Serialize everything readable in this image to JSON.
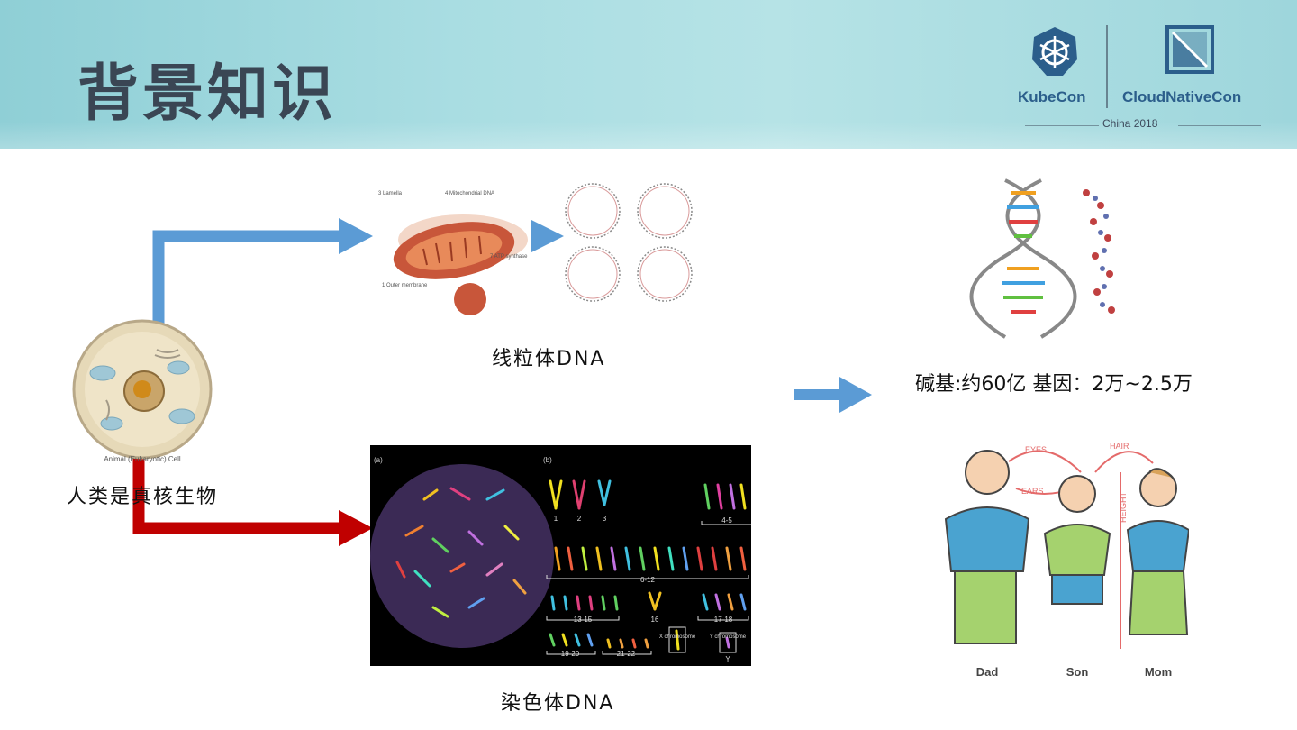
{
  "header": {
    "title": "背景知识",
    "logo": {
      "left_text": "KubeCon",
      "right_text": "CloudNativeCon",
      "sub_text": "China 2018"
    }
  },
  "cell": {
    "image_label": "Animal (Eukaryotic) Cell",
    "caption": "人类是真核生物"
  },
  "mito": {
    "caption": "线粒体DNA"
  },
  "chromo": {
    "caption": "染色体DNA",
    "panel_a": "(a)",
    "panel_b": "(b)",
    "groups": [
      "4-5",
      "6-12",
      "13-15",
      "16",
      "17-18",
      "19-20",
      "21-22"
    ],
    "nums": [
      "1",
      "2",
      "3"
    ],
    "x_label": "X chromosome",
    "y_label": "Y chromosome",
    "y_letter": "Y"
  },
  "dna": {
    "caption": "碱基:约60亿  基因：2万~2.5万"
  },
  "family": {
    "names": [
      "Dad",
      "Son",
      "Mom"
    ],
    "traits": [
      "EYES",
      "HAIR",
      "EARS",
      "HEIGHT"
    ]
  },
  "colors": {
    "blue_arrow": "#5b9bd5",
    "red_arrow": "#c00000",
    "title": "#3a4654"
  }
}
